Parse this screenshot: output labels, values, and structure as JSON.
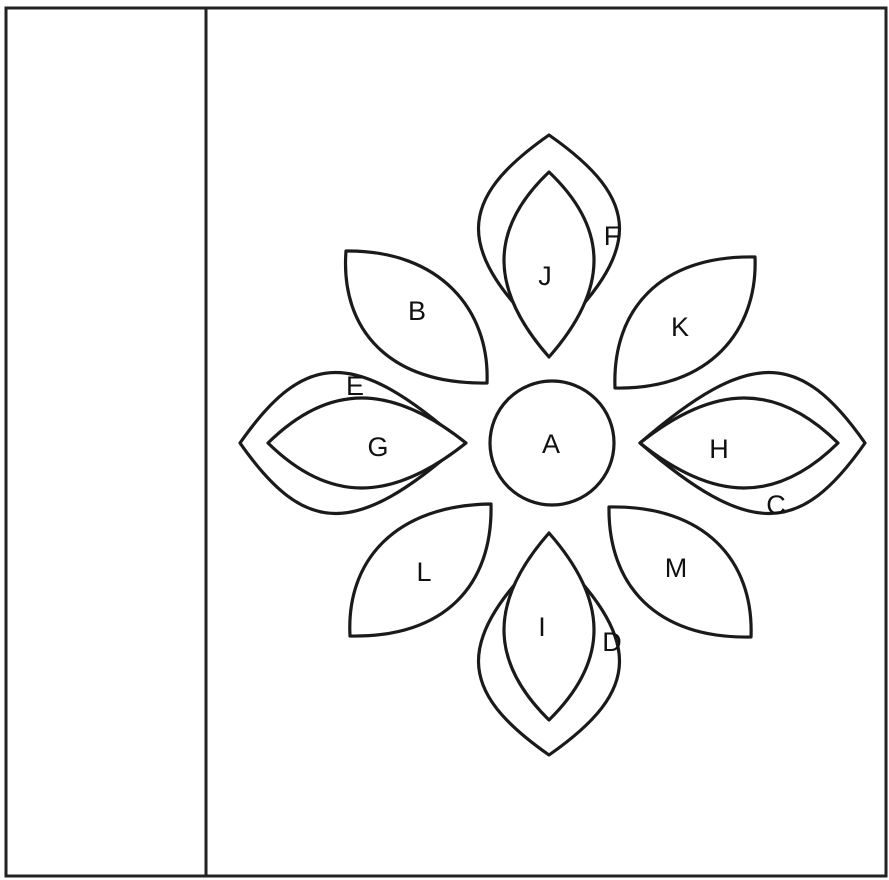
{
  "diagram": {
    "labels": {
      "A": "A",
      "B": "B",
      "C": "C",
      "D": "D",
      "E": "E",
      "F": "F",
      "G": "G",
      "H": "H",
      "I": "I",
      "J": "J",
      "K": "K",
      "L": "L",
      "M": "M"
    }
  },
  "colors": {
    "stroke": "#1a1a1a",
    "background": "#ffffff"
  }
}
